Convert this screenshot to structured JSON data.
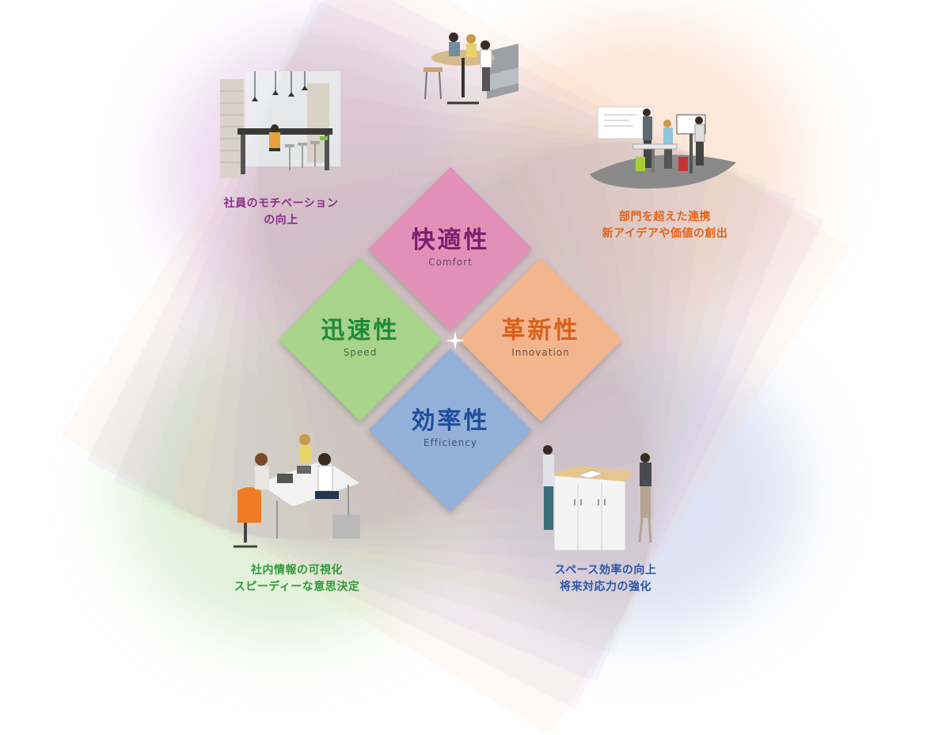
{
  "diamonds": {
    "comfort": {
      "jp": "快適性",
      "en": "Comfort"
    },
    "speed": {
      "jp": "迅速性",
      "en": "Speed"
    },
    "innovation": {
      "jp": "革新性",
      "en": "Innovation"
    },
    "efficiency": {
      "jp": "効率性",
      "en": "Efficiency"
    }
  },
  "captions": {
    "top_left": {
      "line1": "社員のモチベーション",
      "line2": "の向上"
    },
    "top_right": {
      "line1": "部門を超えた連携",
      "line2": "新アイデアや価値の創出"
    },
    "bottom_left": {
      "line1": "社内情報の可視化",
      "line2": "スピーディーな意思決定"
    },
    "bottom_right": {
      "line1": "スペース効率の向上",
      "line2": "将来対応力の強化"
    }
  },
  "colors": {
    "comfort": "#e390b9",
    "speed": "#a8d38a",
    "innovation": "#f3b58d",
    "efficiency": "#93b0d9",
    "caption_purple": "#8a2e87",
    "caption_orange": "#e0651c",
    "caption_green": "#2d9a3a",
    "caption_blue": "#2a56a8"
  },
  "illustrations": {
    "top_left": "bar-counter-illustration",
    "top_center": "cafe-seating-illustration",
    "top_right": "standing-meeting-illustration",
    "bottom_left": "team-meeting-illustration",
    "bottom_right": "standing-counter-illustration"
  }
}
